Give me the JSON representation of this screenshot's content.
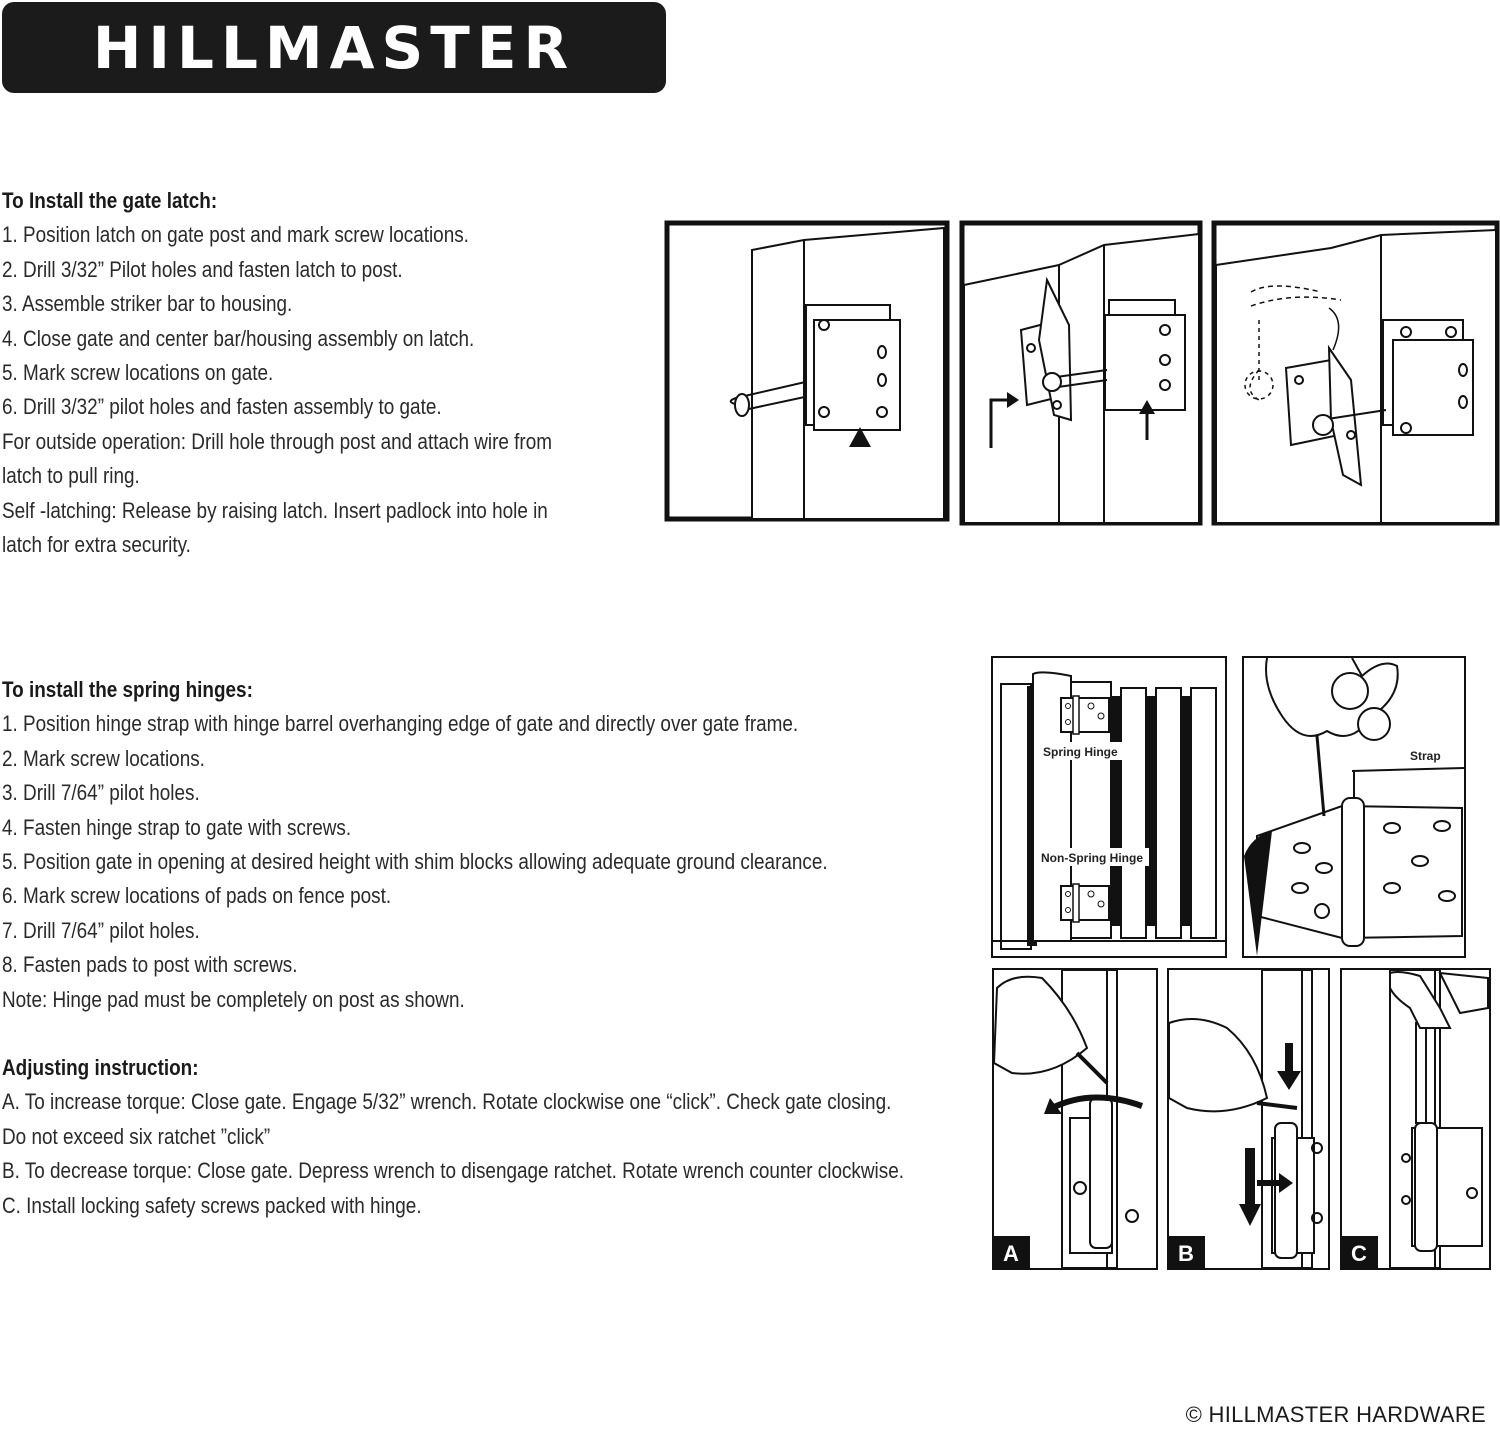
{
  "brand": {
    "logo_text": "HILLMASTER"
  },
  "gate_latch": {
    "heading": "To Install the gate latch:",
    "lines": [
      "1. Position latch on gate post and mark screw locations.",
      "2. Drill 3/32” Pilot holes and fasten latch to post.",
      "3. Assemble striker bar to housing.",
      "4. Close gate and center bar/housing assembly on latch.",
      "5. Mark screw locations on gate.",
      "6. Drill 3/32” pilot holes and fasten assembly to gate.",
      "For outside operation: Drill hole through post and attach wire from",
      "latch to pull ring.",
      "Self -latching: Release by raising latch. Insert padlock into hole in",
      "latch for extra security."
    ]
  },
  "spring_hinges": {
    "heading": "To install the spring hinges:",
    "lines": [
      "1. Position hinge strap with hinge barrel overhanging edge of gate and directly over gate frame.",
      "2. Mark screw locations.",
      "3. Drill 7/64” pilot holes.",
      "4. Fasten hinge strap to gate with screws.",
      "5. Position gate in opening at desired height with shim blocks allowing adequate ground clearance.",
      "6. Mark screw locations of pads on fence post.",
      "7. Drill 7/64” pilot holes.",
      "8. Fasten pads to post with screws.",
      "Note: Hinge pad must be completely on post as shown."
    ]
  },
  "adjusting": {
    "heading": "Adjusting instruction:",
    "lines": [
      "A. To increase torque: Close gate. Engage 5/32” wrench. Rotate clockwise one “click”. Check gate closing.",
      "Do not exceed six ratchet ”click”",
      "B. To decrease torque: Close gate. Depress wrench to disengage ratchet. Rotate wrench counter clockwise.",
      "C. Install locking safety screws packed with hinge."
    ]
  },
  "figures": {
    "spring_hinge_label": "Spring Hinge",
    "non_spring_hinge_label": "Non-Spring Hinge",
    "strap_label": "Strap",
    "step_a": "A",
    "step_b": "B",
    "step_c": "C"
  },
  "footer": {
    "copyright": "© HILLMASTER HARDWARE"
  },
  "colors": {
    "logo_bg": "#1b1b1b",
    "logo_text": "#ffffff",
    "ink": "#1a1a1a"
  }
}
